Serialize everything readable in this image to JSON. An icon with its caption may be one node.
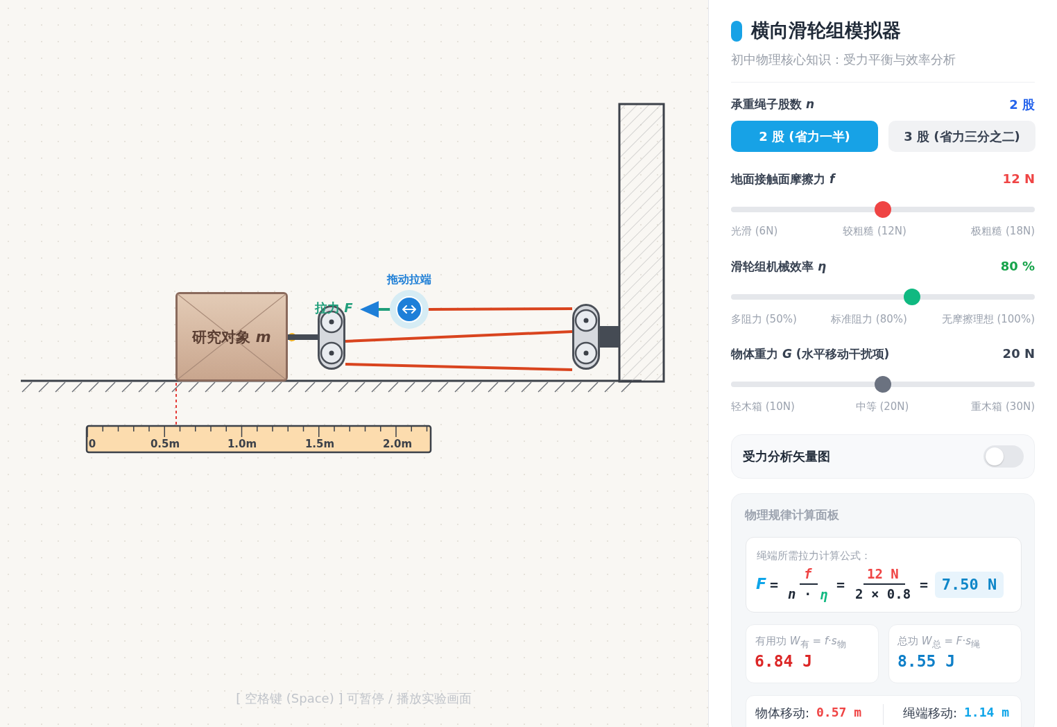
{
  "diagram": {
    "title": "横向滑轮组模拟器",
    "nodes": [
      {
        "text": [
          "研究对象 *m*"
        ]
      },
      {
        "text": [],
        "shape": "pulley"
      },
      {
        "text": [],
        "shape": "pulley"
      },
      {
        "text": [],
        "shape": "circle",
        "beside": [
          "拖动拉端"
        ]
      }
    ],
    "edges": [
      {
        "from": 0,
        "to": 1,
        "arrow": "none",
        "style": "thick",
        "color": "#454b54"
      },
      {
        "from": 3,
        "to": 2,
        "arrow": "none"
      },
      {
        "from": 1,
        "to": 2,
        "arrow": "none"
      },
      {
        "from": 1,
        "to": 2,
        "arrow": "none"
      }
    ],
    "labels": [
      "初中物理核心知识：受力平衡与效率分析",
      "承重绳子股数 *n*",
      "2 股",
      "2 股 (省力一半)",
      "3 股 (省力三分之二)",
      "地面接触面摩擦力 *f*",
      "12 N",
      "光滑 (6N)",
      "较粗糙 (12N)",
      "极粗糙 (18N)",
      "滑轮组机械效率 *η*",
      "80 %",
      "多阻力 (50%)",
      "标准阻力 (80%)",
      "无摩擦理想 (100%)",
      "物体重力 *G* (水平移动干扰项)",
      "20 N",
      "轻木箱 (10N)",
      "中等 (20N)",
      "重木箱 (30N)",
      "受力分析矢量图",
      "物理规律计算面板",
      "绳端所需拉力计算公式：",
      "F",
      "=",
      "f",
      "n",
      "·",
      "η",
      "=",
      "12 N",
      "2 × 0.8",
      "=",
      "7.50 N",
      "有用功 *W*$_{有}$ = *f*·*s*$_{物}$",
      "6.84 J",
      "总功 *W*$_{总}$ = *F*·*s*$_{绳}$",
      "8.55 J",
      "物体移动:",
      "0.57 m",
      "绳端移动:",
      "1.14 m",
      "0",
      "0.5m",
      "1.0m",
      "1.5m",
      "2.0m",
      "拉力 *F*",
      "[ 空格键 (Space) ] 可暂停 / 播放实验画面"
    ]
  }
}
